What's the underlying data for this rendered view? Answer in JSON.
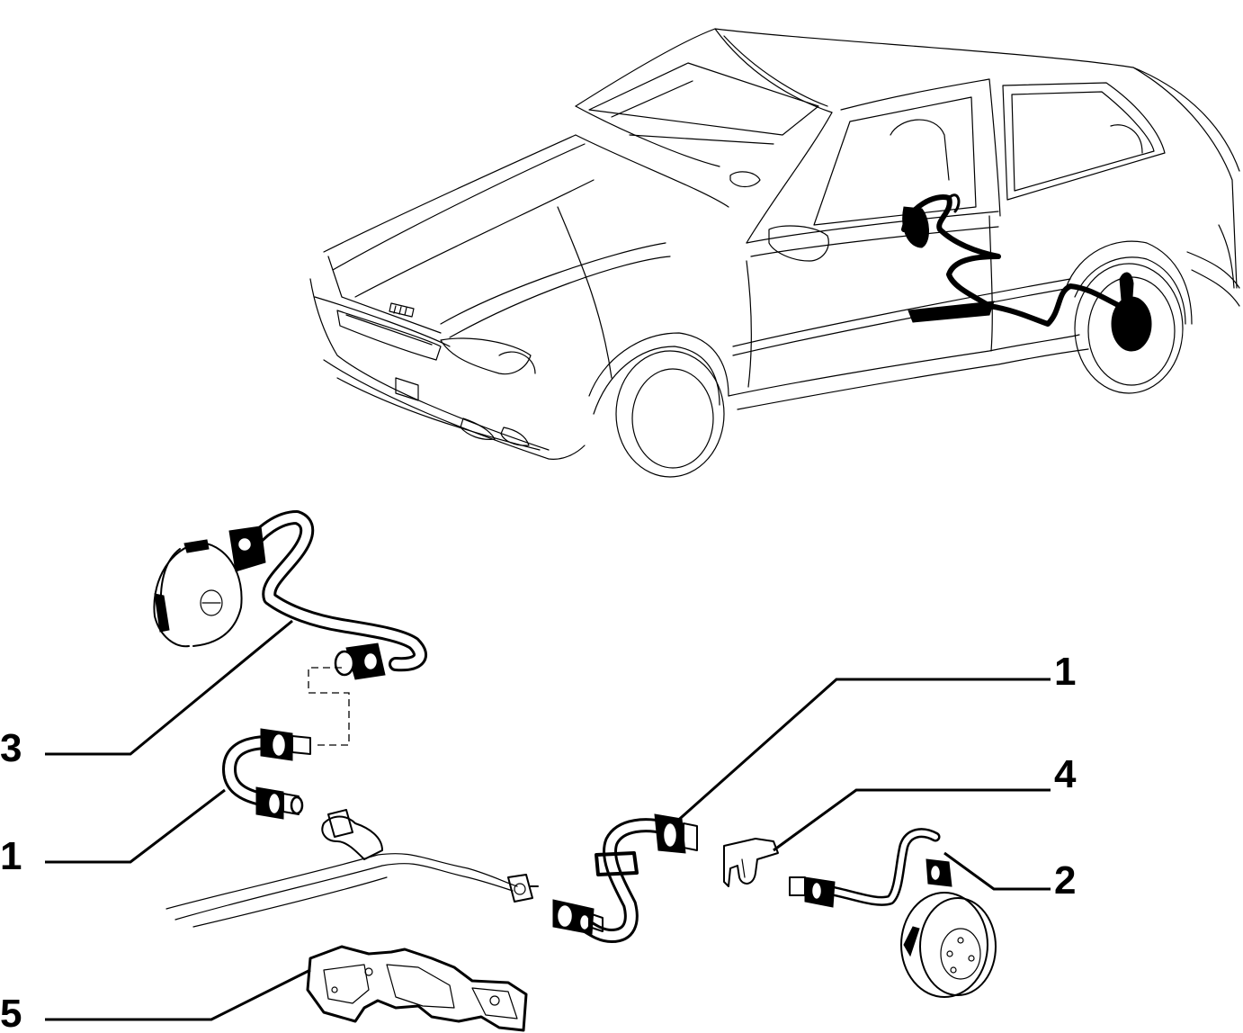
{
  "callouts": {
    "c3": "3",
    "c1_left": "1",
    "c5": "5",
    "c1_right": "1",
    "c4": "4",
    "c2": "2"
  },
  "colors": {
    "ink": "#000000",
    "paper": "#ffffff"
  }
}
